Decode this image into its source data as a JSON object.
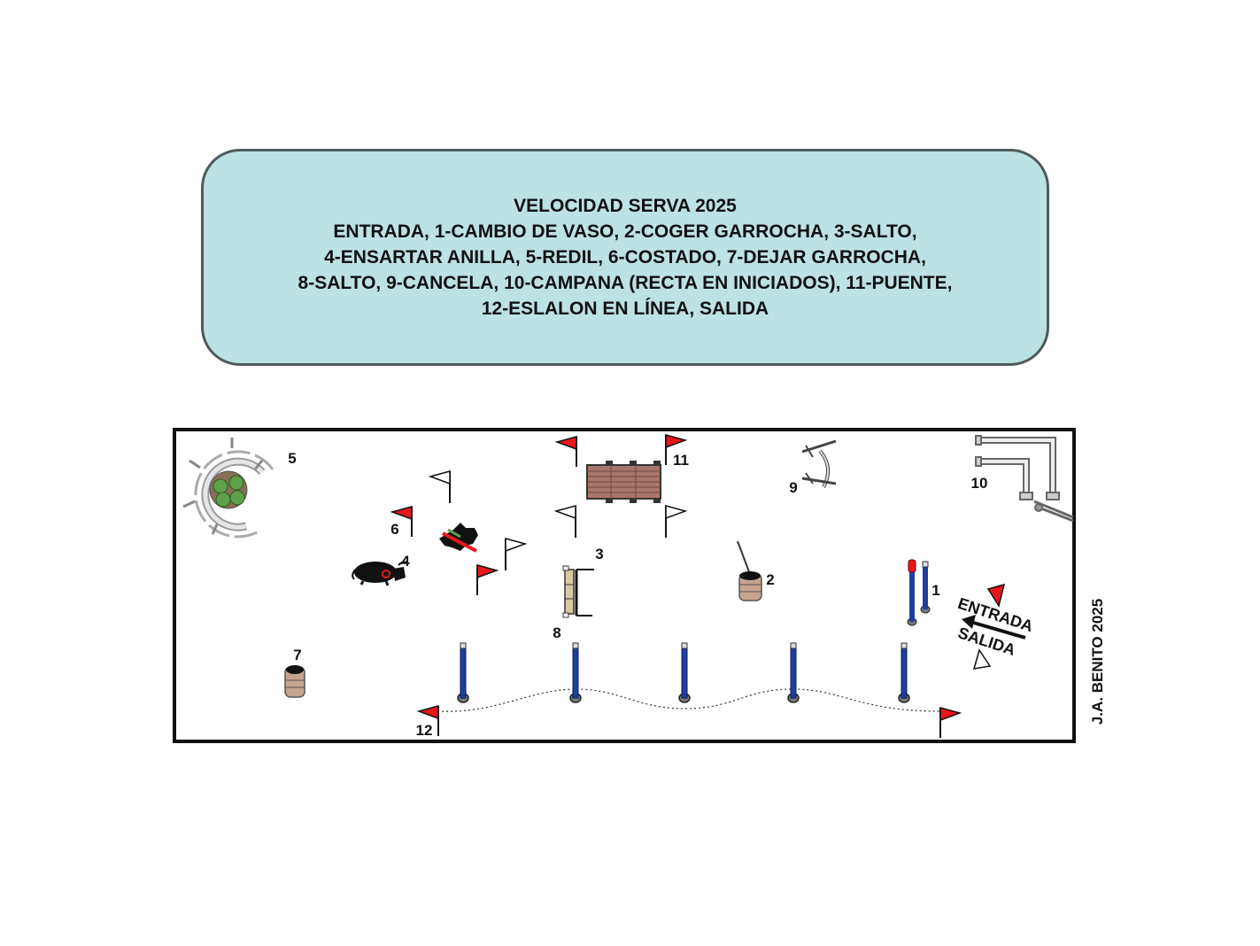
{
  "title": {
    "lines": [
      "VELOCIDAD SERVA 2025",
      "ENTRADA, 1-CAMBIO DE VASO, 2-COGER GARROCHA, 3-SALTO,",
      "4-ENSARTAR ANILLA, 5-REDIL, 6-COSTADO, 7-DEJAR GARROCHA,",
      "8-SALTO, 9-CANCELA, 10-CAMPANA (RECTA EN INICIADOS), 11-PUENTE,",
      "12-ESLALON EN LÍNEA, SALIDA"
    ]
  },
  "obstacles": {
    "n1": "1",
    "n2": "2",
    "n3": "3",
    "n4": "4",
    "n5": "5",
    "n6": "6",
    "n7": "7",
    "n8": "8",
    "n9": "9",
    "n10": "10",
    "n11": "11",
    "n12": "12"
  },
  "gate": {
    "entrada": "ENTRADA",
    "salida": "SALIDA"
  },
  "author": "J.A. BENITO 2025",
  "colors": {
    "title_bg": "#bce2e4",
    "flag_red": "#e8171b",
    "pole_blue": "#1f3f9e",
    "bridge_wood": "#a8776a",
    "redil_green": "#5ea14a"
  }
}
